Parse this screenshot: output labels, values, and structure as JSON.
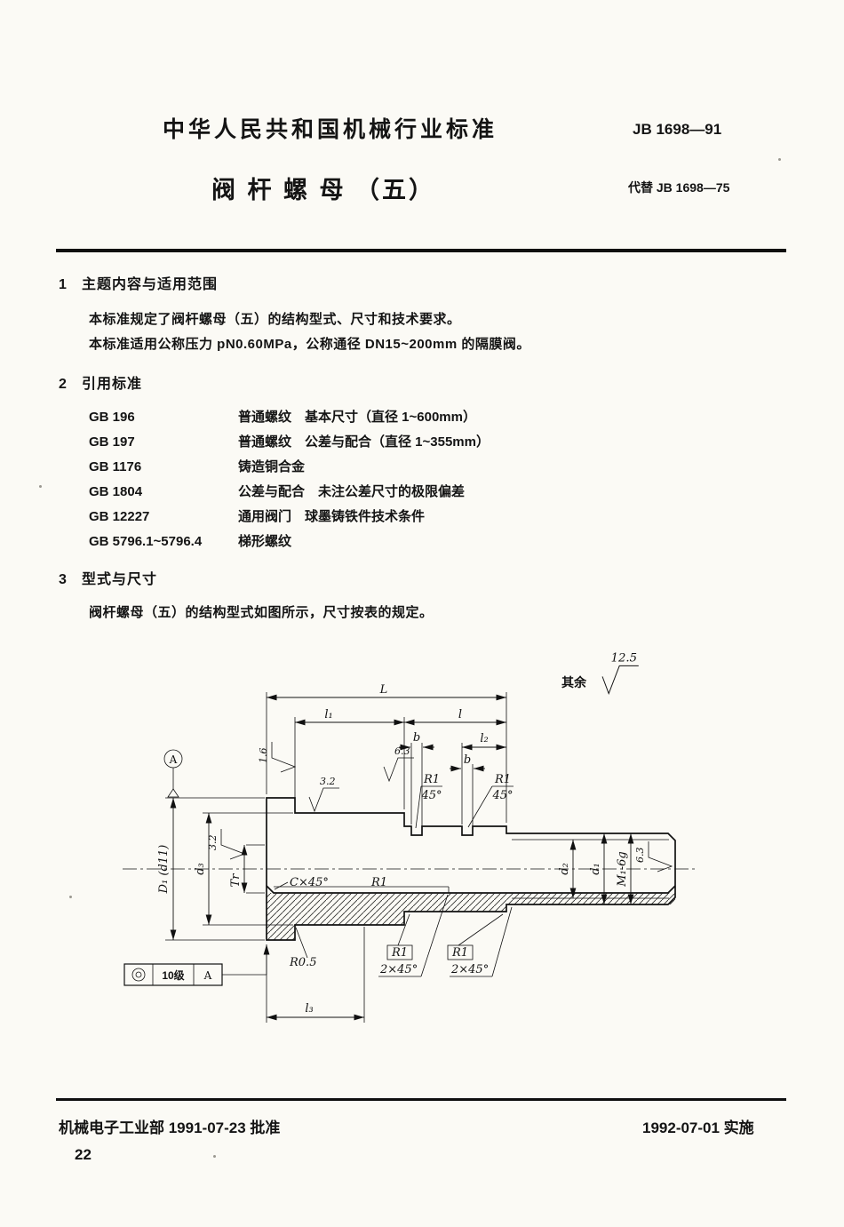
{
  "header": {
    "standard_type": "中华人民共和国机械行业标准",
    "standard_code": "JB 1698—91",
    "title": "阀 杆 螺 母 （五）",
    "replaces": "代替 JB 1698—75"
  },
  "sections": [
    {
      "no": "1",
      "title": "主题内容与适用范围",
      "paras": [
        "本标准规定了阀杆螺母（五）的结构型式、尺寸和技术要求。",
        "本标准适用公称压力 pN0.60MPa，公称通径 DN15~200mm 的隔膜阀。"
      ]
    },
    {
      "no": "2",
      "title": "引用标准",
      "refs": [
        {
          "code": "GB 196",
          "desc": "普通螺纹　基本尺寸（直径 1~600mm）"
        },
        {
          "code": "GB 197",
          "desc": "普通螺纹　公差与配合（直径 1~355mm）"
        },
        {
          "code": "GB 1176",
          "desc": "铸造铜合金"
        },
        {
          "code": "GB 1804",
          "desc": "公差与配合　未注公差尺寸的极限偏差"
        },
        {
          "code": "GB 12227",
          "desc": "通用阀门　球墨铸铁件技术条件"
        },
        {
          "code": "GB 5796.1~5796.4",
          "desc": "梯形螺纹"
        }
      ]
    },
    {
      "no": "3",
      "title": "型式与尺寸",
      "paras": [
        "阀杆螺母（五）的结构型式如图所示，尺寸按表的规定。"
      ]
    }
  ],
  "drawing": {
    "general_note": "其余",
    "general_roughness": "12.5",
    "dims": {
      "L": "L",
      "l1": "l₁",
      "l": "l",
      "b1": "b",
      "l2": "l₂",
      "b2": "b",
      "l3": "l₃",
      "D1": "D₁ (d11)",
      "d3": "d₃",
      "Tr": "Tr",
      "d2": "d₂",
      "d1": "d₁",
      "thread": "M₁-6g"
    },
    "roughness": {
      "left_face": "1.6",
      "body_top": "3.2",
      "bore": "3.2",
      "groove": "6.3",
      "thread_end": "6.3"
    },
    "callouts": {
      "bore_chamfer": "C×45°",
      "bore_fillet": "R1",
      "flange_fillet": "R0.5",
      "groove1_radius": "R1",
      "groove1_angle": "45°",
      "groove2_radius": "R1",
      "groove2_angle": "45°",
      "step1_radius": "R1",
      "step1_chamfer": "2×45°",
      "step2_radius": "R1",
      "step2_chamfer": "2×45°"
    },
    "datum_label": "A",
    "tolerance_frame": {
      "value": "10级",
      "datum": "A"
    }
  },
  "footer": {
    "approval": "机械电子工业部 1991-07-23 批准",
    "implementation": "1992-07-01 实施",
    "page_number": "22"
  }
}
